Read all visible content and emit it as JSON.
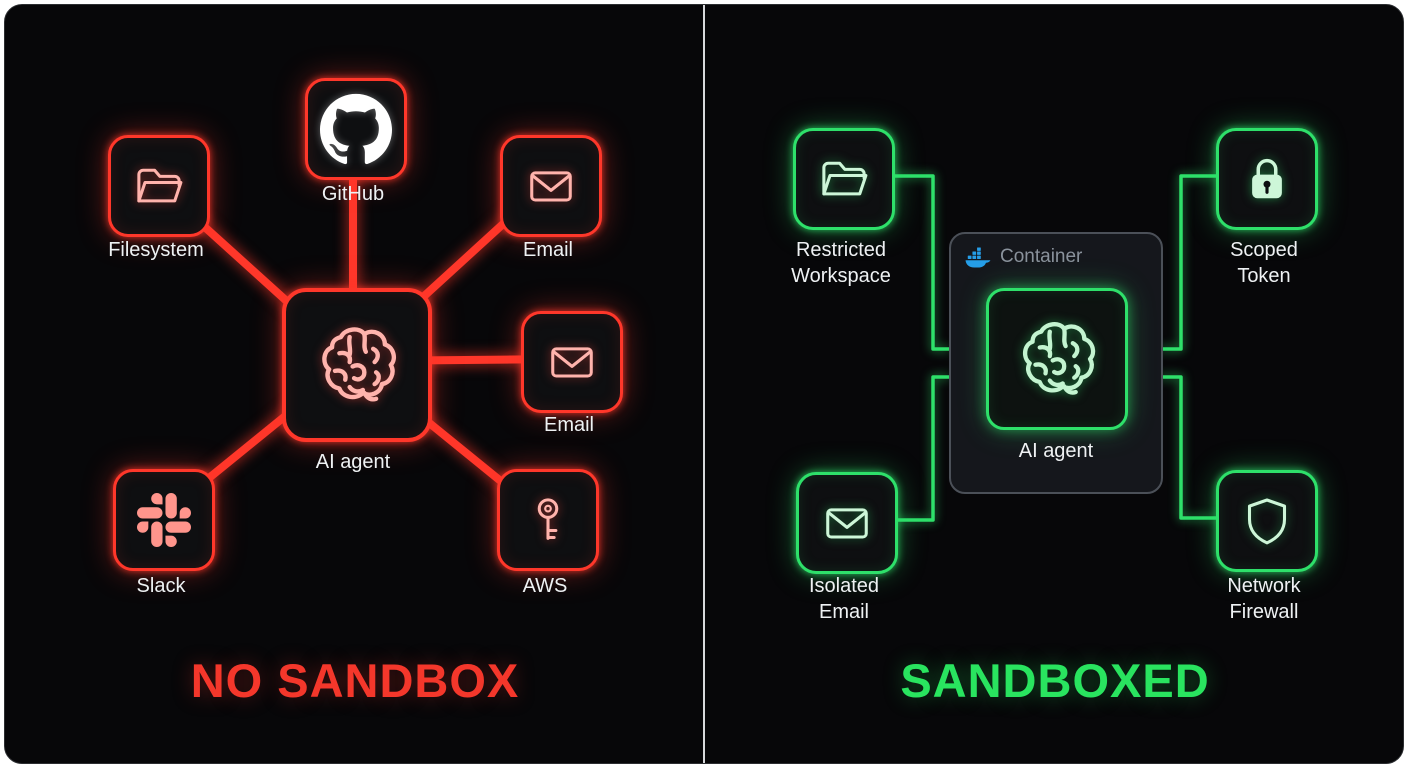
{
  "left": {
    "title": "NO SANDBOX",
    "agent": {
      "label": "AI agent",
      "icon": "brain-icon"
    },
    "nodes": {
      "filesystem": {
        "label": "Filesystem",
        "icon": "folder-icon"
      },
      "github": {
        "label": "GitHub",
        "icon": "github-icon"
      },
      "email_top": {
        "label": "Email",
        "icon": "envelope-icon"
      },
      "email_right": {
        "label": "Email",
        "icon": "envelope-icon"
      },
      "slack": {
        "label": "Slack",
        "icon": "slack-icon"
      },
      "aws": {
        "label": "AWS",
        "icon": "key-icon"
      }
    }
  },
  "right": {
    "title": "SANDBOXED",
    "container": {
      "label": "Container",
      "icon": "docker-icon"
    },
    "agent": {
      "label": "AI agent",
      "icon": "brain-icon"
    },
    "nodes": {
      "restricted_workspace": {
        "line1": "Restricted",
        "line2": "Workspace",
        "icon": "folder-icon"
      },
      "scoped_token": {
        "line1": "Scoped",
        "line2": "Token",
        "icon": "lock-icon"
      },
      "isolated_email": {
        "line1": "Isolated",
        "line2": "Email",
        "icon": "envelope-icon"
      },
      "network_firewall": {
        "line1": "Network",
        "line2": "Firewall",
        "icon": "shield-icon"
      }
    }
  },
  "colors": {
    "danger": "#ff372a",
    "danger_soft": "#ffb3ac",
    "danger_title": "#f4372b",
    "safe": "#2ee06a",
    "safe_soft": "#cdf6d8",
    "safe_title": "#29e45f",
    "docker_blue": "#259ee8",
    "container_text": "#8a929c"
  }
}
